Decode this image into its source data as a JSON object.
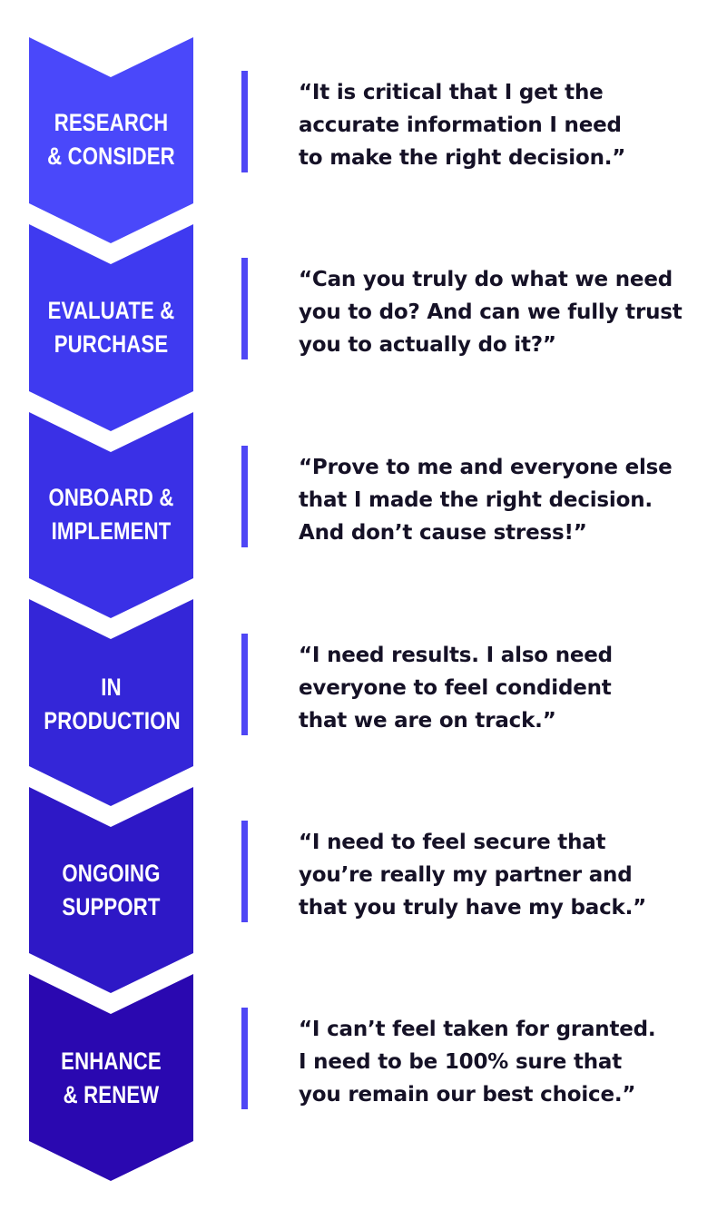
{
  "stages": [
    {
      "title_lines": [
        "RESEARCH",
        "& CONSIDER"
      ],
      "quote_lines": [
        "“It is critical that I get the",
        "accurate information I need",
        "to make the right decision.”"
      ],
      "color": "#4a48fa"
    },
    {
      "title_lines": [
        "EVALUATE &",
        "PURCHASE"
      ],
      "quote_lines": [
        "“Can you truly do what we need",
        "you to do? And can we fully trust",
        "you to actually do it?”"
      ],
      "color": "#3f3af0"
    },
    {
      "title_lines": [
        "ONBOARD &",
        "IMPLEMENT"
      ],
      "quote_lines": [
        "“Prove to me and everyone else",
        "that I made the right decision.",
        "And don’t cause stress!”"
      ],
      "color": "#3a30e6"
    },
    {
      "title_lines": [
        "IN",
        "PRODUCTION"
      ],
      "quote_lines": [
        "“I need results. I also need",
        "everyone to feel condident",
        "that we are on track.”"
      ],
      "color": "#3426d8"
    },
    {
      "title_lines": [
        "ONGOING",
        "SUPPORT"
      ],
      "quote_lines": [
        "“I need to feel secure that",
        "you’re really my partner and",
        "that you truly have my back.”"
      ],
      "color": "#2e18c6"
    },
    {
      "title_lines": [
        "ENHANCE",
        "& RENEW"
      ],
      "quote_lines": [
        "“I can’t feel taken for granted.",
        "I need to be 100% sure that",
        "you remain our best choice.”"
      ],
      "color": "#2a08b0"
    }
  ],
  "divider_color": "#4f46f5",
  "quote_color": "#151126"
}
